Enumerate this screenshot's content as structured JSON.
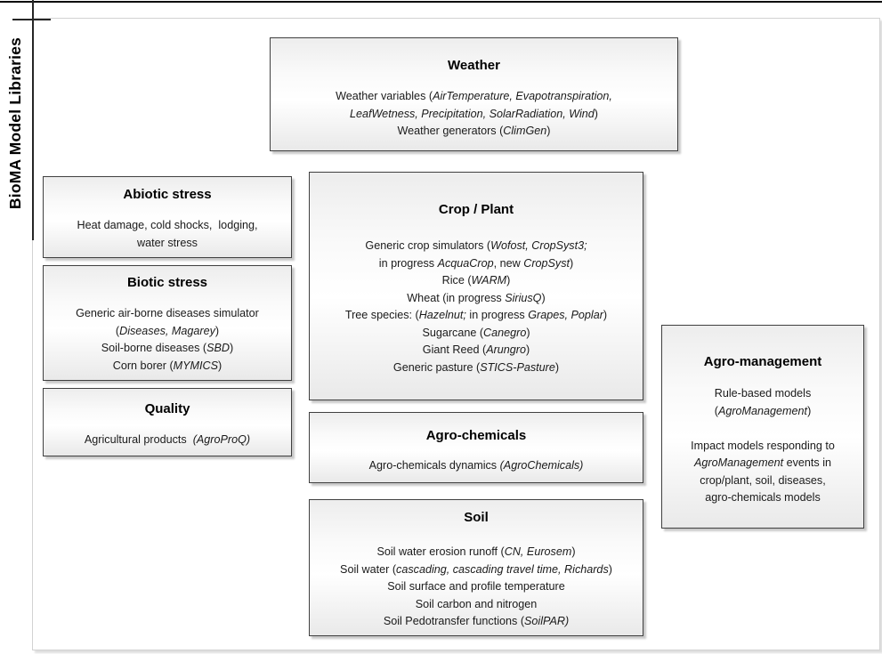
{
  "side_label": "BioMA Model Libraries",
  "colors": {
    "top_rule": "#0a0a0a",
    "frame_border": "#d2d2d2",
    "box_border": "#404040",
    "text": "#1a1a1a"
  },
  "boxes": {
    "weather": {
      "title": "Weather",
      "lines": [
        [
          {
            "t": "Weather variables ("
          },
          {
            "t": "AirTemperature, Evapotranspiration,",
            "i": true
          }
        ],
        [
          {
            "t": "LeafWetness, Precipitation, SolarRadiation, Wind",
            "i": true
          },
          {
            "t": ")"
          }
        ],
        [
          {
            "t": "Weather generators ("
          },
          {
            "t": "ClimGen",
            "i": true
          },
          {
            "t": ")"
          }
        ]
      ]
    },
    "abiotic": {
      "title": "Abiotic stress",
      "lines": [
        [
          {
            "t": "Heat damage, cold shocks,  lodging,"
          }
        ],
        [
          {
            "t": "water stress"
          }
        ]
      ]
    },
    "biotic": {
      "title": "Biotic stress",
      "lines": [
        [
          {
            "t": "Generic air-borne diseases simulator"
          }
        ],
        [
          {
            "t": "("
          },
          {
            "t": "Diseases, Magarey",
            "i": true
          },
          {
            "t": ")"
          }
        ],
        [
          {
            "t": "Soil-borne diseases ("
          },
          {
            "t": "SBD",
            "i": true
          },
          {
            "t": ")"
          }
        ],
        [
          {
            "t": "Corn borer ("
          },
          {
            "t": "MYMICS",
            "i": true
          },
          {
            "t": ")"
          }
        ]
      ]
    },
    "quality": {
      "title": "Quality",
      "lines": [
        [
          {
            "t": "Agricultural products  "
          },
          {
            "t": "(AgroProQ)",
            "i": true
          }
        ]
      ]
    },
    "crop": {
      "title": "Crop / Plant",
      "lines": [
        [
          {
            "t": "Generic crop simulators ("
          },
          {
            "t": "Wofost, CropSyst3;",
            "i": true
          }
        ],
        [
          {
            "t": "in progress "
          },
          {
            "t": "AcquaCrop",
            "i": true
          },
          {
            "t": ", new "
          },
          {
            "t": "CropSyst",
            "i": true
          },
          {
            "t": ")"
          }
        ],
        [
          {
            "t": "Rice ("
          },
          {
            "t": "WARM",
            "i": true
          },
          {
            "t": ")"
          }
        ],
        [
          {
            "t": "Wheat (in progress "
          },
          {
            "t": "SiriusQ",
            "i": true
          },
          {
            "t": ")"
          }
        ],
        [
          {
            "t": "Tree species: ("
          },
          {
            "t": "Hazelnut;",
            "i": true
          },
          {
            "t": " in progress "
          },
          {
            "t": "Grapes, Poplar",
            "i": true
          },
          {
            "t": ")"
          }
        ],
        [
          {
            "t": "Sugarcane ("
          },
          {
            "t": "Canegro",
            "i": true
          },
          {
            "t": ")"
          }
        ],
        [
          {
            "t": "Giant Reed ("
          },
          {
            "t": "Arungro",
            "i": true
          },
          {
            "t": ")"
          }
        ],
        [
          {
            "t": "Generic pasture ("
          },
          {
            "t": "STICS-Pasture",
            "i": true
          },
          {
            "t": ")"
          }
        ]
      ]
    },
    "agrochem": {
      "title": "Agro-chemicals",
      "lines": [
        [
          {
            "t": "Agro-chemicals dynamics "
          },
          {
            "t": "(AgroChemicals)",
            "i": true
          }
        ]
      ]
    },
    "soil": {
      "title": "Soil",
      "lines": [
        [
          {
            "t": "Soil water erosion runoff ("
          },
          {
            "t": "CN, Eurosem",
            "i": true
          },
          {
            "t": ")"
          }
        ],
        [
          {
            "t": "Soil water ("
          },
          {
            "t": "cascading, cascading travel time, Richards",
            "i": true
          },
          {
            "t": ")"
          }
        ],
        [
          {
            "t": "Soil surface and profile temperature"
          }
        ],
        [
          {
            "t": "Soil carbon and nitrogen"
          }
        ],
        [
          {
            "t": "Soil Pedotransfer functions ("
          },
          {
            "t": "SoilPAR)",
            "i": true
          }
        ]
      ]
    },
    "agromgmt": {
      "title": "Agro-management",
      "lines": [
        [
          {
            "t": "Rule-based models"
          }
        ],
        [
          {
            "t": "("
          },
          {
            "t": "AgroManagement",
            "i": true
          },
          {
            "t": ")"
          }
        ],
        [],
        [
          {
            "t": "Impact models responding to"
          }
        ],
        [
          {
            "t": "AgroManagement",
            "i": true
          },
          {
            "t": " events in"
          }
        ],
        [
          {
            "t": "crop/plant, soil, diseases,"
          }
        ],
        [
          {
            "t": "agro-chemicals models"
          }
        ]
      ]
    }
  }
}
